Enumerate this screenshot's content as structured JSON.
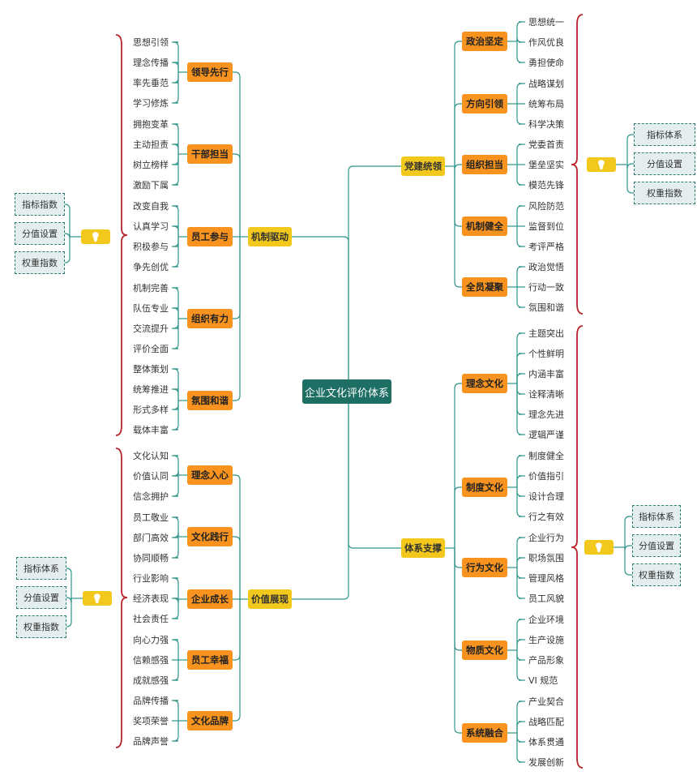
{
  "root": "企业文化评价体系",
  "colors": {
    "root": "#1d6e63",
    "level1": "#f2c81c",
    "level2": "#f7931e",
    "line": "#2e9488",
    "brace": "#b8232c",
    "dashed_border": "#2a7f72",
    "dashed_fill": "#e4eeee"
  },
  "summary_icon": "lightbulb-icon",
  "branches": {
    "party": {
      "label": "党建统领",
      "groups": [
        {
          "label": "政治坚定",
          "items": [
            "思想统一",
            "作风优良",
            "勇担使命"
          ]
        },
        {
          "label": "方向引领",
          "items": [
            "战略谋划",
            "统筹布局",
            "科学决策"
          ]
        },
        {
          "label": "组织担当",
          "items": [
            "党委首责",
            "堡垒坚实",
            "模范先锋"
          ]
        },
        {
          "label": "机制健全",
          "items": [
            "风险防范",
            "监督到位",
            "考评严格"
          ]
        },
        {
          "label": "全员凝聚",
          "items": [
            "政治觉悟",
            "行动一致",
            "氛围和谐"
          ]
        }
      ],
      "summary": [
        "指标体系",
        "分值设置",
        "权重指数"
      ]
    },
    "system": {
      "label": "体系支撑",
      "groups": [
        {
          "label": "理念文化",
          "items": [
            "主题突出",
            "个性鲜明",
            "内涵丰富",
            "诠释清晰",
            "理念先进",
            "逻辑严谨"
          ]
        },
        {
          "label": "制度文化",
          "items": [
            "制度健全",
            "价值指引",
            "设计合理",
            "行之有效"
          ]
        },
        {
          "label": "行为文化",
          "items": [
            "企业行为",
            "职场氛围",
            "管理风格",
            "员工风貌"
          ]
        },
        {
          "label": "物质文化",
          "items": [
            "企业环境",
            "生产设施",
            "产品形象",
            "VI  规范"
          ]
        },
        {
          "label": "系统融合",
          "items": [
            "产业契合",
            "战略匹配",
            "体系贯通",
            "发展创新"
          ]
        }
      ],
      "summary": [
        "指标体系",
        "分值设置",
        "权重指数"
      ]
    },
    "mechanism": {
      "label": "机制驱动",
      "groups": [
        {
          "label": "领导先行",
          "items": [
            "思想引领",
            "理念传播",
            "率先垂范",
            "学习修炼"
          ]
        },
        {
          "label": "干部担当",
          "items": [
            "拥抱变革",
            "主动担责",
            "树立榜样",
            "激励下属"
          ]
        },
        {
          "label": "员工参与",
          "items": [
            "改变自我",
            "认真学习",
            "积极参与",
            "争先创优"
          ]
        },
        {
          "label": "组织有力",
          "items": [
            "机制完善",
            "队伍专业",
            "交流提升",
            "评价全面"
          ]
        },
        {
          "label": "氛围和谐",
          "items": [
            "整体策划",
            "统筹推进",
            "形式多样",
            "载体丰富"
          ]
        }
      ],
      "summary": [
        "指标指数",
        "分值设置",
        "权重指数"
      ]
    },
    "value": {
      "label": "价值展现",
      "groups": [
        {
          "label": "理念入心",
          "items": [
            "文化认知",
            "价值认同",
            "信念拥护"
          ]
        },
        {
          "label": "文化践行",
          "items": [
            "员工敬业",
            "部门高效",
            "协同顺畅"
          ]
        },
        {
          "label": "企业成长",
          "items": [
            "行业影响",
            "经济表现",
            "社会责任"
          ]
        },
        {
          "label": "员工幸福",
          "items": [
            "向心力强",
            "信赖感强",
            "成就感强"
          ]
        },
        {
          "label": "文化品牌",
          "items": [
            "品牌传播",
            "奖项荣誉",
            "品牌声誉"
          ]
        }
      ],
      "summary": [
        "指标体系",
        "分值设置",
        "权重指数"
      ]
    }
  }
}
